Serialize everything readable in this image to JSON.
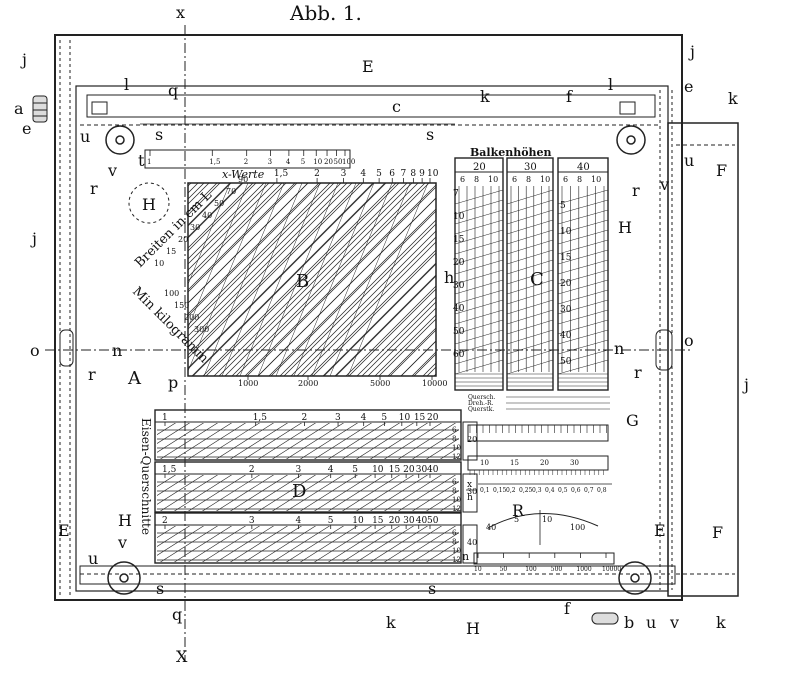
{
  "figure": {
    "title": "Abb. 1.",
    "letters": {
      "A": "A",
      "B": "B",
      "C": "C",
      "D": "D",
      "E": "E",
      "F": "F",
      "G": "G",
      "H": "H",
      "R": "R",
      "a": "a",
      "b": "b",
      "c": "c",
      "e": "e",
      "f": "f",
      "h": "h",
      "j": "j",
      "k": "k",
      "l": "l",
      "n": "n",
      "o": "o",
      "p": "p",
      "q": "q",
      "r": "r",
      "s": "s",
      "t": "t",
      "u": "u",
      "v": "v",
      "x": "x",
      "X": "X"
    },
    "chart_B": {
      "top_scale_label": "x-Werte",
      "top_scale_ticks": [
        "1,5",
        "2",
        "3",
        "4",
        "5",
        "6",
        "7",
        "8",
        "9",
        "10"
      ],
      "strip_t_ticks": [
        "1",
        "1,5",
        "2",
        "3",
        "4",
        "5",
        "10",
        "20",
        "50",
        "100"
      ],
      "diag_label_1": "Breiten in cm L",
      "diag_label_2": "Min kilogramm",
      "width_ticks": [
        "10",
        "15",
        "20",
        "30",
        "40",
        "50",
        "70",
        "90"
      ],
      "weight_ticks": [
        "100",
        "150",
        "200",
        "300"
      ],
      "bottom_ticks": [
        "1000",
        "2000",
        "5000",
        "10000"
      ]
    },
    "chart_C": {
      "heading": "Balkenhöhen",
      "groups": [
        "20",
        "30",
        "40"
      ],
      "sub_ticks": [
        "6",
        "8",
        "10"
      ],
      "left_scale": [
        "7",
        "10",
        "15",
        "20",
        "30",
        "40",
        "50",
        "60"
      ],
      "right_scale": [
        "5",
        "10",
        "15",
        "20",
        "30",
        "40",
        "50"
      ],
      "bottom_labels": [
        "Quersch.",
        "Dreh.-R.",
        "Querstk."
      ]
    },
    "chart_D": {
      "vertical_label": "Eisen-Querschnitte",
      "strip1_ticks": [
        "1",
        "1,5",
        "2",
        "3",
        "4",
        "5",
        "10",
        "15",
        "20"
      ],
      "strip2_ticks": [
        "1,5",
        "2",
        "3",
        "4",
        "5",
        "10",
        "15",
        "20",
        "30",
        "40"
      ],
      "strip3_ticks": [
        "2",
        "3",
        "4",
        "5",
        "10",
        "15",
        "20",
        "30",
        "40",
        "50"
      ],
      "end_labels": [
        "20",
        "30",
        "40"
      ],
      "end_sub": [
        "6",
        "8",
        "10",
        "12"
      ]
    },
    "chart_G": {
      "fraction": "x/h",
      "scale_bottom": [
        "0,1",
        "0,15",
        "0,2",
        "0,25",
        "0,3",
        "0,4",
        "0,5",
        "0,6",
        "0,7",
        "0,8"
      ],
      "mid_ticks": [
        "10",
        "15",
        "20",
        "30"
      ]
    },
    "chart_R": {
      "arc_ticks": [
        "40",
        "5",
        "10",
        "100"
      ],
      "bottom_scale": [
        "10",
        "50",
        "100",
        "500",
        "1000",
        "10000"
      ]
    }
  }
}
